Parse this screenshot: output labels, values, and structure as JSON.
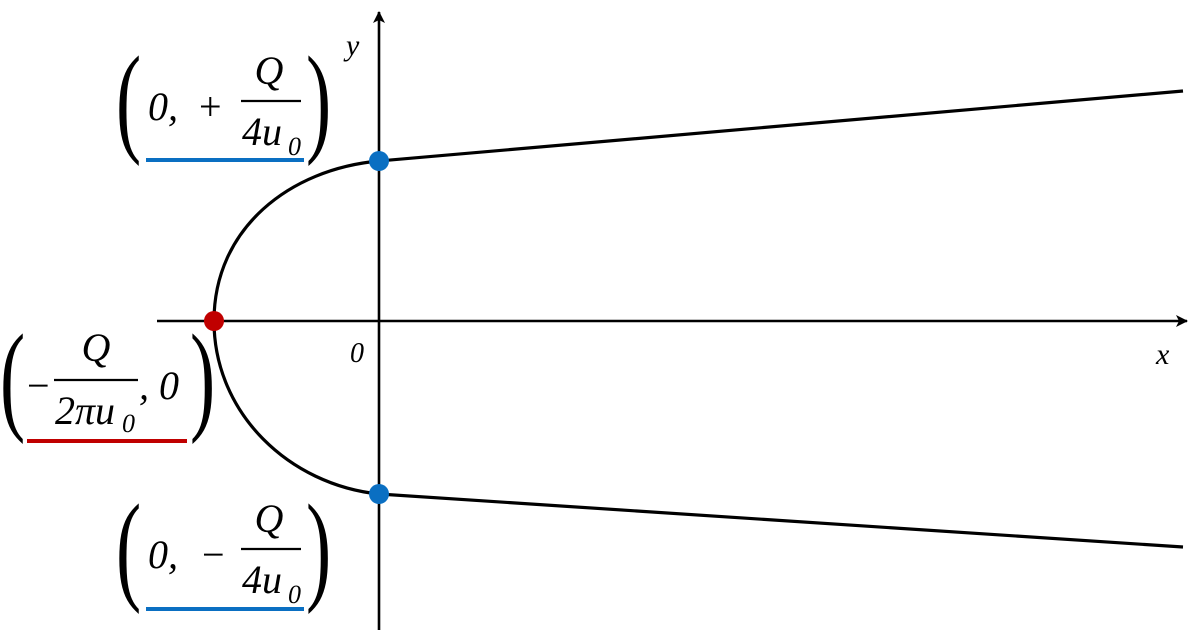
{
  "diagram": {
    "axes": {
      "x_label": "x",
      "y_label": "y",
      "origin_label": "0"
    },
    "labels": {
      "top": {
        "lead": "0,",
        "sign": "+",
        "numerator": "Q",
        "denominator": "4u",
        "subscript": "0"
      },
      "bottom": {
        "lead": "0,",
        "sign": "−",
        "numerator": "Q",
        "denominator": "4u",
        "subscript": "0"
      },
      "left": {
        "sign": "−",
        "numerator": "Q",
        "denominator": "2πu",
        "subscript": "0",
        "trail": ", 0"
      }
    },
    "colors": {
      "curve": "#000000",
      "y_intercept_points": "#0a6fc2",
      "stagnation_point": "#c00000",
      "top_bottom_underline": "#0a6fc2",
      "left_underline": "#c00000"
    }
  }
}
